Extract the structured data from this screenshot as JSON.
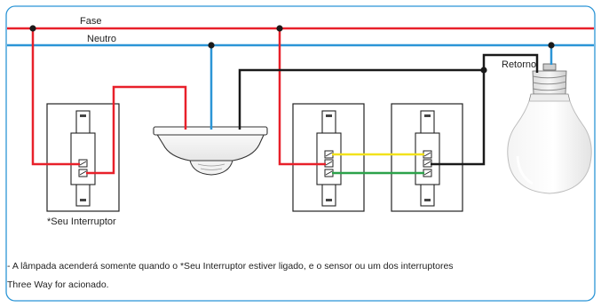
{
  "labels": {
    "fase": "Fase",
    "neutro": "Neutro",
    "retorno": "Retorno",
    "seu_interruptor": "*Seu Interruptor"
  },
  "notes": {
    "line1": " - A lâmpada acenderá somente quando o *Seu Interruptor estiver ligado, e o sensor ou um dos interruptores",
    "line2": "Three Way for acionado."
  },
  "colors": {
    "fase": "#e8202a",
    "neutro": "#2b95d6",
    "retorno": "#1a1a1a",
    "traveler_top": "#f2e21b",
    "traveler_bottom": "#2ca24a",
    "frame_border": "#2b95d6"
  },
  "icons": {
    "sensor": "ceiling-motion-sensor-icon",
    "bulb": "led-bulb-icon",
    "switch": "wall-switch-icon"
  }
}
